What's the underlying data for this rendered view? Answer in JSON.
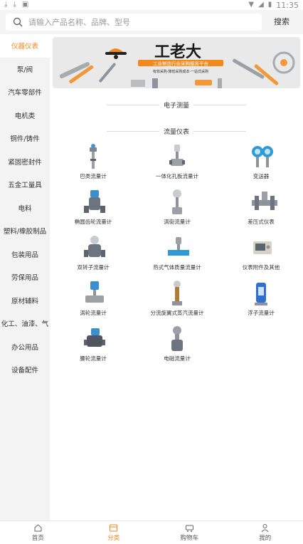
{
  "status_bar": {
    "time": "11:35",
    "left_icons": [
      "download-icon",
      "download-icon",
      "text-box-icon"
    ],
    "right_icons": [
      "wifi-icon",
      "signal-icon",
      "battery-icon"
    ]
  },
  "search": {
    "placeholder": "请输入产品名称、品牌、型号",
    "button_label": "搜索"
  },
  "sidebar": {
    "items": [
      {
        "label": "仪器仪表",
        "active": true
      },
      {
        "label": "泵/阀"
      },
      {
        "label": "汽车零部件"
      },
      {
        "label": "电机类"
      },
      {
        "label": "铜件/铸件"
      },
      {
        "label": "紧固密封件"
      },
      {
        "label": "五金工量具"
      },
      {
        "label": "电料"
      },
      {
        "label": "塑料/橡胶制品"
      },
      {
        "label": "包装用品"
      },
      {
        "label": "劳保用品"
      },
      {
        "label": "原材辅料"
      },
      {
        "label": "化工、油漆、气"
      },
      {
        "label": "办公用品"
      },
      {
        "label": "设备配件"
      }
    ]
  },
  "banner": {
    "title": "工老大",
    "subtitle": "工业制造行业采购服务平台",
    "tagline": "有效采购·降低采购成本·一站式采购"
  },
  "sections": [
    {
      "title": "电子测量"
    },
    {
      "title": "流量仪表"
    }
  ],
  "products": [
    {
      "label": "巴类流量计",
      "icon": "probe-flowmeter-icon"
    },
    {
      "label": "一体化孔板流量计",
      "icon": "orifice-flowmeter-icon"
    },
    {
      "label": "变送器",
      "icon": "transmitter-icon"
    },
    {
      "label": "椭圆齿轮流量计",
      "icon": "oval-gear-flowmeter-icon"
    },
    {
      "label": "涡街流量计",
      "icon": "vortex-flowmeter-icon"
    },
    {
      "label": "差压式仪表",
      "icon": "differential-pressure-meter-icon"
    },
    {
      "label": "双转子流量计",
      "icon": "twin-rotor-flowmeter-icon"
    },
    {
      "label": "热式气体质量流量计",
      "icon": "thermal-mass-flowmeter-icon"
    },
    {
      "label": "仪表附件及其他",
      "icon": "instrument-accessory-icon"
    },
    {
      "label": "涡轮流量计",
      "icon": "turbine-flowmeter-icon"
    },
    {
      "label": "分流旋翼式蒸汽流量计",
      "icon": "steam-flowmeter-icon"
    },
    {
      "label": "浮子流量计",
      "icon": "float-flowmeter-icon"
    },
    {
      "label": "腰轮流量计",
      "icon": "roots-flowmeter-icon"
    },
    {
      "label": "电磁流量计",
      "icon": "electromagnetic-flowmeter-icon"
    }
  ],
  "tabbar": {
    "items": [
      {
        "label": "首页",
        "icon": "home-icon"
      },
      {
        "label": "分类",
        "icon": "category-icon",
        "active": true
      },
      {
        "label": "购物车",
        "icon": "cart-icon"
      },
      {
        "label": "我的",
        "icon": "user-icon"
      }
    ]
  },
  "colors": {
    "accent": "#f28a1b",
    "sidebar_bg": "#f3f3f3",
    "search_bg": "#f4f4f4"
  }
}
